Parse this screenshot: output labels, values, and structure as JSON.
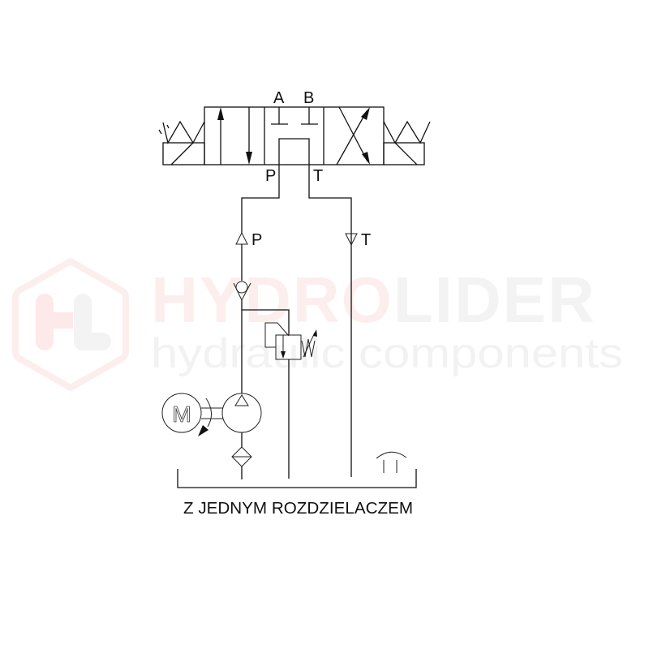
{
  "watermark": {
    "brand_part1": "HYDRO",
    "brand_part2": "LIDER",
    "tagline": "hydraulic components",
    "logo_icon": "hl-hexagon-logo",
    "colors": {
      "pink": "#fdeeee",
      "grey": "#f3f3f3"
    }
  },
  "valve": {
    "port_a": "A",
    "port_b": "B",
    "port_p": "P",
    "port_t": "T"
  },
  "lines": {
    "pressure_label": "P",
    "tank_label": "T"
  },
  "motor": {
    "label": "M"
  },
  "caption": "Z JEDNYM ROZDZIELACZEM",
  "colors": {
    "line": "#111111",
    "background": "#ffffff"
  }
}
